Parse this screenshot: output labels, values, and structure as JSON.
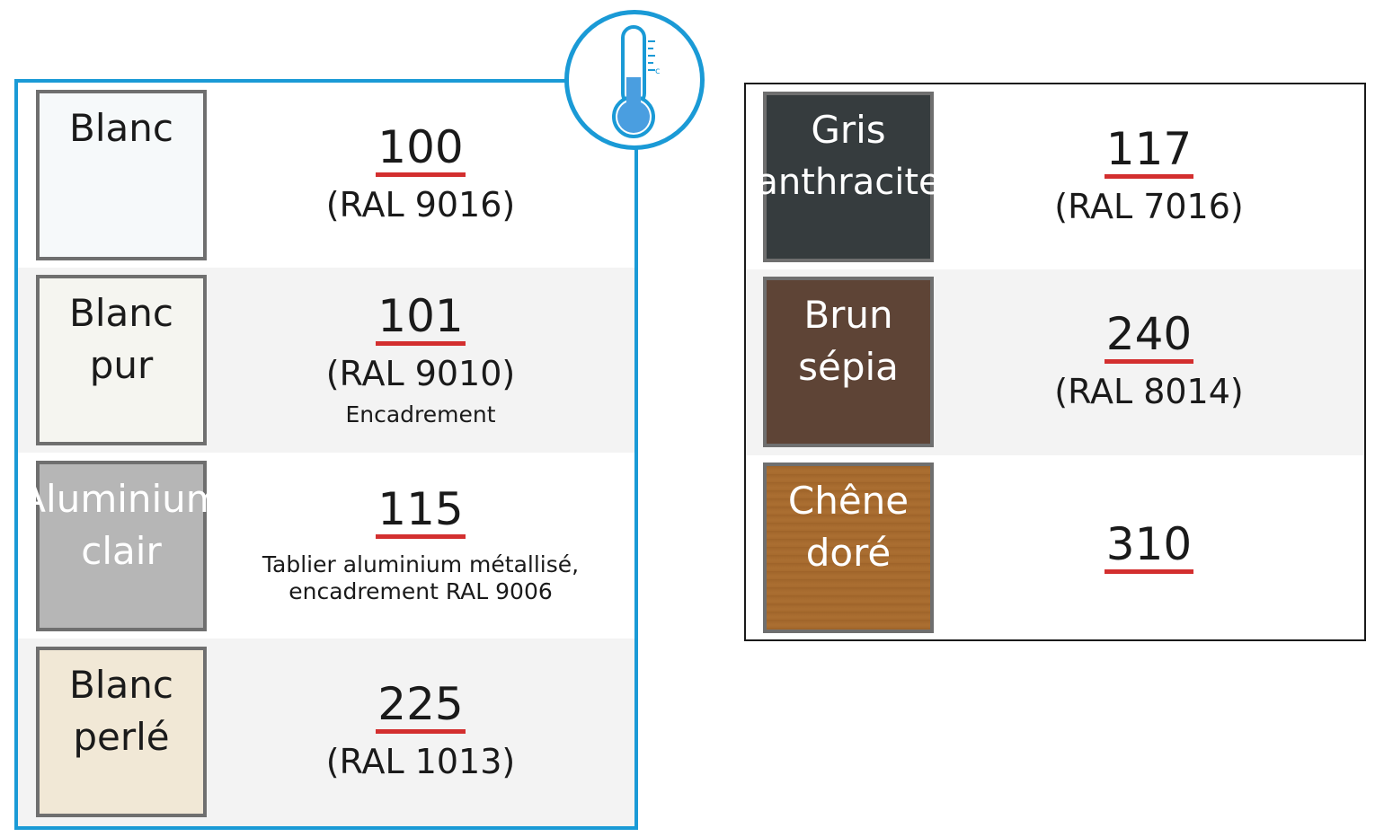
{
  "left_panel": {
    "rows": [
      {
        "swatch_lines": [
          "Blanc"
        ],
        "swatch_color": "#f6f9fa",
        "swatch_text_color": "#1a1a1a",
        "code": "100",
        "ral": "(RAL 9016)"
      },
      {
        "swatch_lines": [
          "Blanc",
          "pur"
        ],
        "swatch_color": "#f5f5f0",
        "swatch_text_color": "#1a1a1a",
        "code": "101",
        "ral": "(RAL 9010)",
        "note": "Encadrement"
      },
      {
        "swatch_lines": [
          "Aluminium",
          "clair"
        ],
        "swatch_color": "#b6b6b6",
        "swatch_text_color": "#ffffff",
        "code": "115",
        "note_lines": [
          "Tablier aluminium métallisé,",
          "encadrement RAL 9006"
        ]
      },
      {
        "swatch_lines": [
          "Blanc",
          "perlé"
        ],
        "swatch_color": "#f1e8d6",
        "swatch_text_color": "#1a1a1a",
        "code": "225",
        "ral": "(RAL 1013)"
      }
    ]
  },
  "right_panel": {
    "rows": [
      {
        "swatch_lines": [
          "Gris",
          "anthracite"
        ],
        "swatch_color": "#363c3e",
        "swatch_text_color": "#ffffff",
        "code": "117",
        "ral": "(RAL 7016)"
      },
      {
        "swatch_lines": [
          "Brun",
          "sépia"
        ],
        "swatch_color": "#5e4436",
        "swatch_text_color": "#ffffff",
        "code": "240",
        "ral": "(RAL 8014)"
      },
      {
        "swatch_lines": [
          "Chêne",
          "doré"
        ],
        "swatch_color": "#a66a2e",
        "swatch_text_color": "#ffffff",
        "code": "310"
      }
    ]
  },
  "thermo_badge": {
    "icon": "thermometer-icon",
    "unit": "c",
    "color": "#1a9ad6",
    "fill_color": "#4a9ee0"
  },
  "colors": {
    "accent_blue": "#1a9ad6",
    "underline_red": "#d32f2f",
    "row_shade": "#f3f3f3"
  }
}
